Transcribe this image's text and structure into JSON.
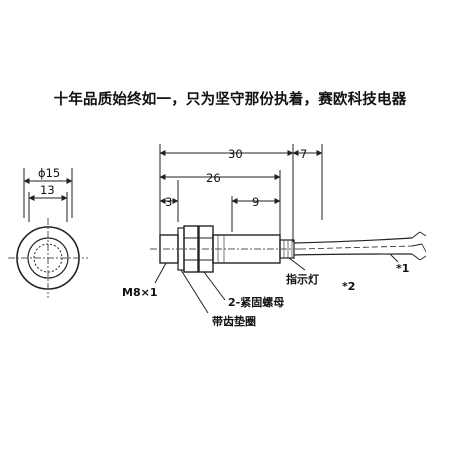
{
  "slogan": "十年品质始终如一，只为坚守那份执着，赛欧科技电器",
  "front_view": {
    "dim_outer": "ϕ15",
    "dim_inner": "13"
  },
  "side_view": {
    "dim_total": "30",
    "dim_cable": "7",
    "dim_body": "26",
    "dim_nut": "3",
    "dim_rear": "9",
    "thread_label": "M8×1",
    "nut_label": "2-紧固螺母",
    "washer_label": "带齿垫圈",
    "indicator_label": "指示灯",
    "note_2": "*2",
    "note_1": "*1"
  },
  "colors": {
    "line": "#222222",
    "centerline": "#555555",
    "fill": "#ffffff"
  }
}
